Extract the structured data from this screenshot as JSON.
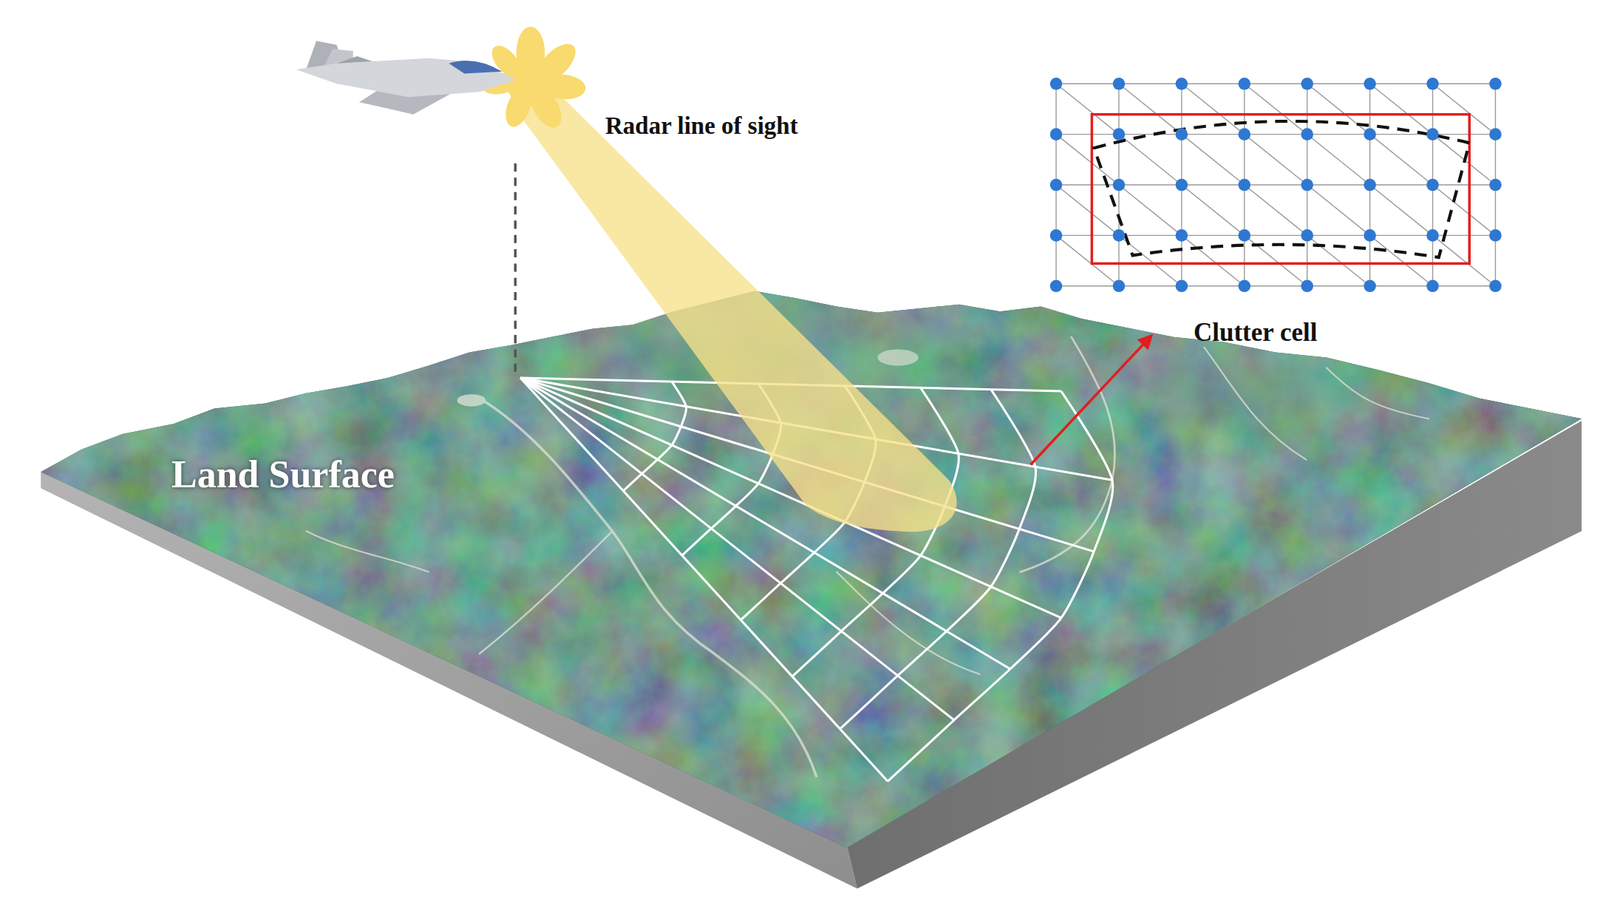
{
  "diagram": {
    "labels": [
      "Radar line of sight",
      "Clutter cell",
      "Land Surface"
    ]
  }
}
